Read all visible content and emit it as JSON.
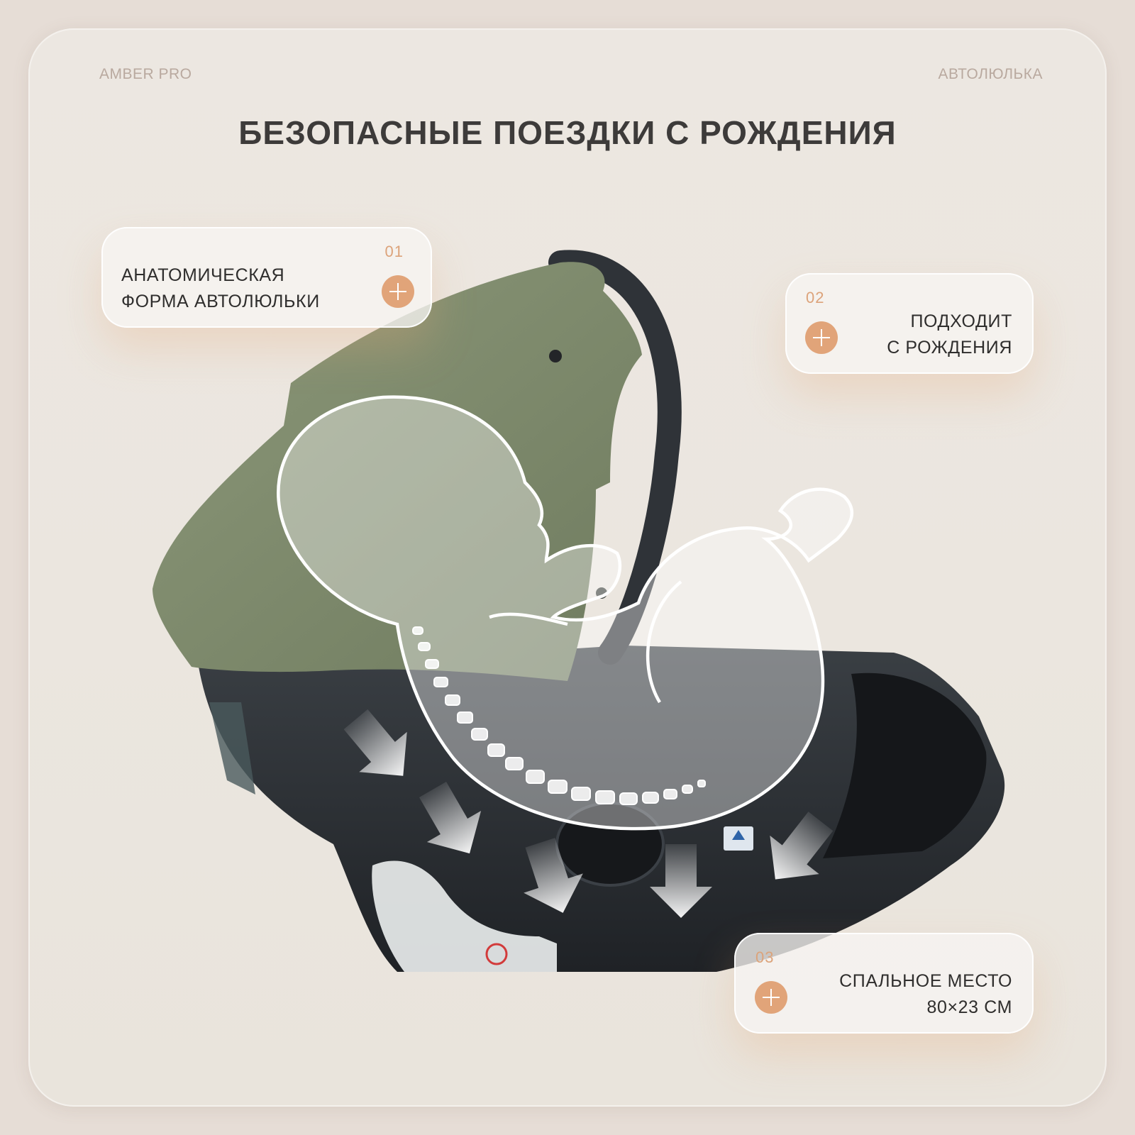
{
  "header": {
    "brand": "AMBER PRO",
    "category": "АВТОЛЮЛЬКА",
    "title": "БЕЗОПАСНЫЕ ПОЕЗДКИ С РОЖДЕНИЯ"
  },
  "features": [
    {
      "number": "01",
      "line1": "АНАТОМИЧЕСКАЯ",
      "line2": "ФОРМА АВТОЛЮЛЬКИ"
    },
    {
      "number": "02",
      "line1": "ПОДХОДИТ",
      "line2": "С РОЖДЕНИЯ"
    },
    {
      "number": "03",
      "line1": "СПАЛЬНОЕ МЕСТО",
      "line2": "80×23 СМ"
    }
  ],
  "colors": {
    "accent": "#e1a479",
    "canopy": "#7f8b6d",
    "shell": "#2a2d31",
    "title": "#3d3b3a"
  },
  "icons": [
    "plus-icon",
    "pressure-arrow-icon",
    "baby-silhouette"
  ]
}
